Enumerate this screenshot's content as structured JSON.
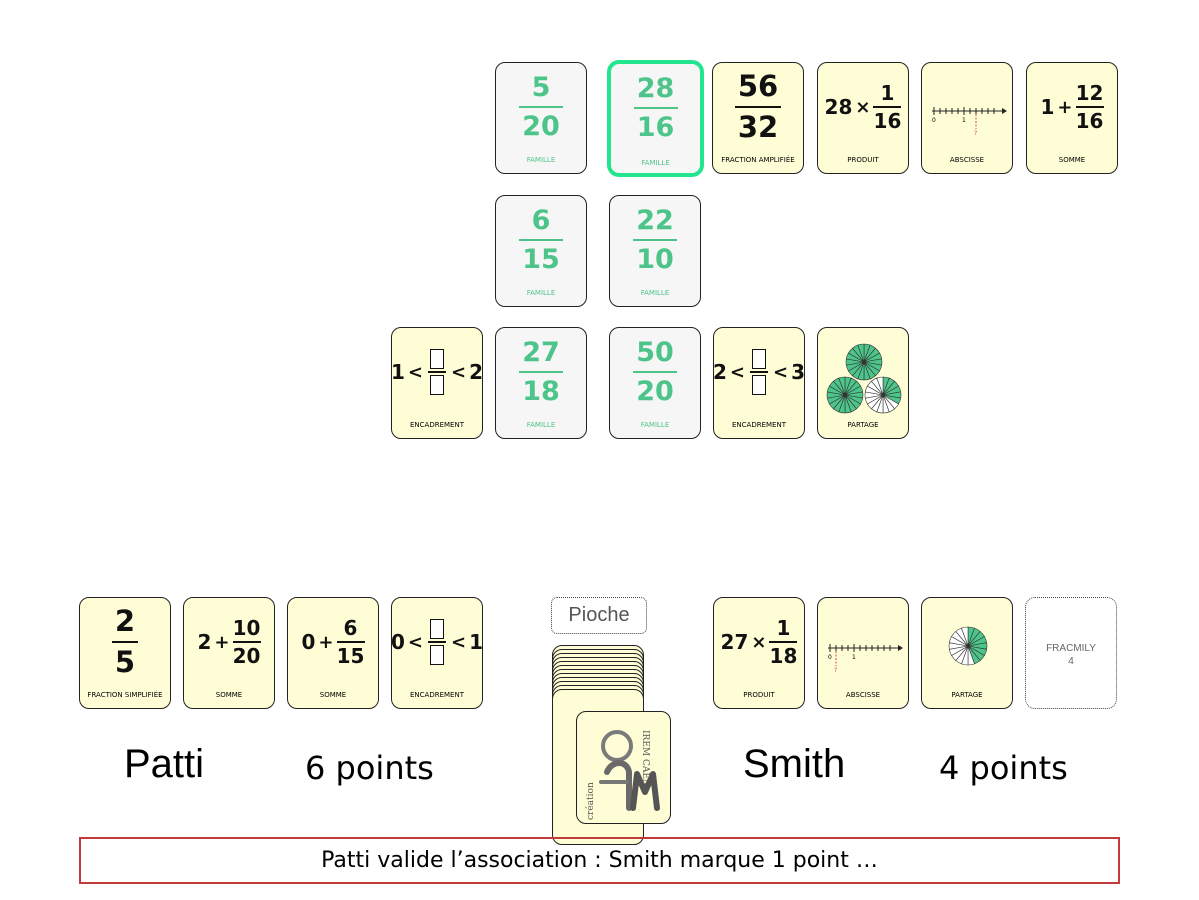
{
  "board": {
    "row1": [
      {
        "num": "5",
        "den": "20",
        "label": "FAMILLE"
      },
      {
        "num": "28",
        "den": "16",
        "label": "FAMILLE"
      },
      {
        "num": "56",
        "den": "32",
        "label": "FRACTION AMPLIFIÉE"
      },
      {
        "left": "28",
        "op": "×",
        "num": "1",
        "den": "16",
        "label": "PRODUIT"
      },
      {
        "axis_labels": [
          "0",
          "1",
          "?"
        ],
        "label": "ABSCISSE"
      },
      {
        "left": "1",
        "op": "+",
        "num": "12",
        "den": "16",
        "label": "SOMME"
      }
    ],
    "row2": [
      {
        "num": "6",
        "den": "15",
        "label": "FAMILLE"
      },
      {
        "num": "22",
        "den": "10",
        "label": "FAMILLE"
      }
    ],
    "row3": [
      {
        "left": "1",
        "op1": "<",
        "op2": "<",
        "right": "2",
        "label": "ENCADREMENT"
      },
      {
        "num": "27",
        "den": "18",
        "label": "FAMILLE"
      },
      {
        "num": "50",
        "den": "20",
        "label": "FAMILLE"
      },
      {
        "left": "2",
        "op1": "<",
        "op2": "<",
        "right": "3",
        "label": "ENCADREMENT"
      },
      {
        "label": "PARTAGE"
      }
    ]
  },
  "patti": {
    "name": "Patti",
    "points": "6 points",
    "cards": [
      {
        "num": "2",
        "den": "5",
        "label": "FRACTION SIMPLIFIÉE"
      },
      {
        "left": "2",
        "op": "+",
        "num": "10",
        "den": "20",
        "label": "SOMME"
      },
      {
        "left": "0",
        "op": "+",
        "num": "6",
        "den": "15",
        "label": "SOMME"
      },
      {
        "left": "0",
        "op1": "<",
        "op2": "<",
        "right": "1",
        "label": "ENCADREMENT"
      }
    ]
  },
  "smith": {
    "name": "Smith",
    "points": "4 points",
    "cards": [
      {
        "left": "27",
        "op": "×",
        "num": "1",
        "den": "18",
        "label": "PRODUIT"
      },
      {
        "axis_labels": [
          "0",
          "1",
          "?"
        ],
        "label": "ABSCISSE"
      },
      {
        "label": "PARTAGE"
      },
      {
        "line1": "FRACMILY",
        "line2": "4"
      }
    ]
  },
  "pioche": {
    "label": "Pioche",
    "logo_lines": [
      "IREM CAEN",
      "création"
    ]
  },
  "message": "Patti valide l’association : Smith marque 1 point …",
  "colors": {
    "green": "#4dc48a",
    "card_bg": "#fefdd6",
    "famille_bg": "#f6f6f6",
    "highlight": "#22e68e",
    "message_border": "#c23a3a"
  }
}
